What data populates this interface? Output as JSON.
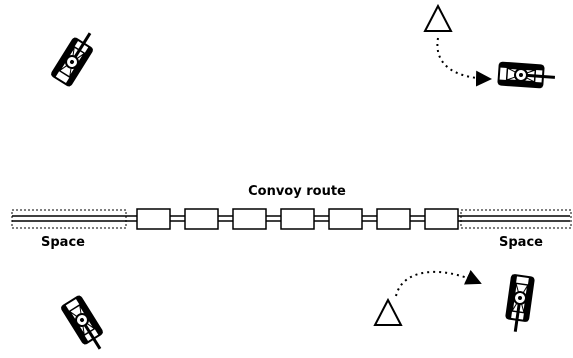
{
  "diagram": {
    "route_label": "Convoy route",
    "space_left_label": "Space",
    "space_right_label": "Space",
    "vehicle_count": 7,
    "icons": {
      "tank": "tank-icon",
      "triangle": "triangle-position-icon",
      "arrow": "dotted-arrow-icon"
    },
    "colors": {
      "ink": "#000000",
      "paper": "#ffffff"
    }
  }
}
